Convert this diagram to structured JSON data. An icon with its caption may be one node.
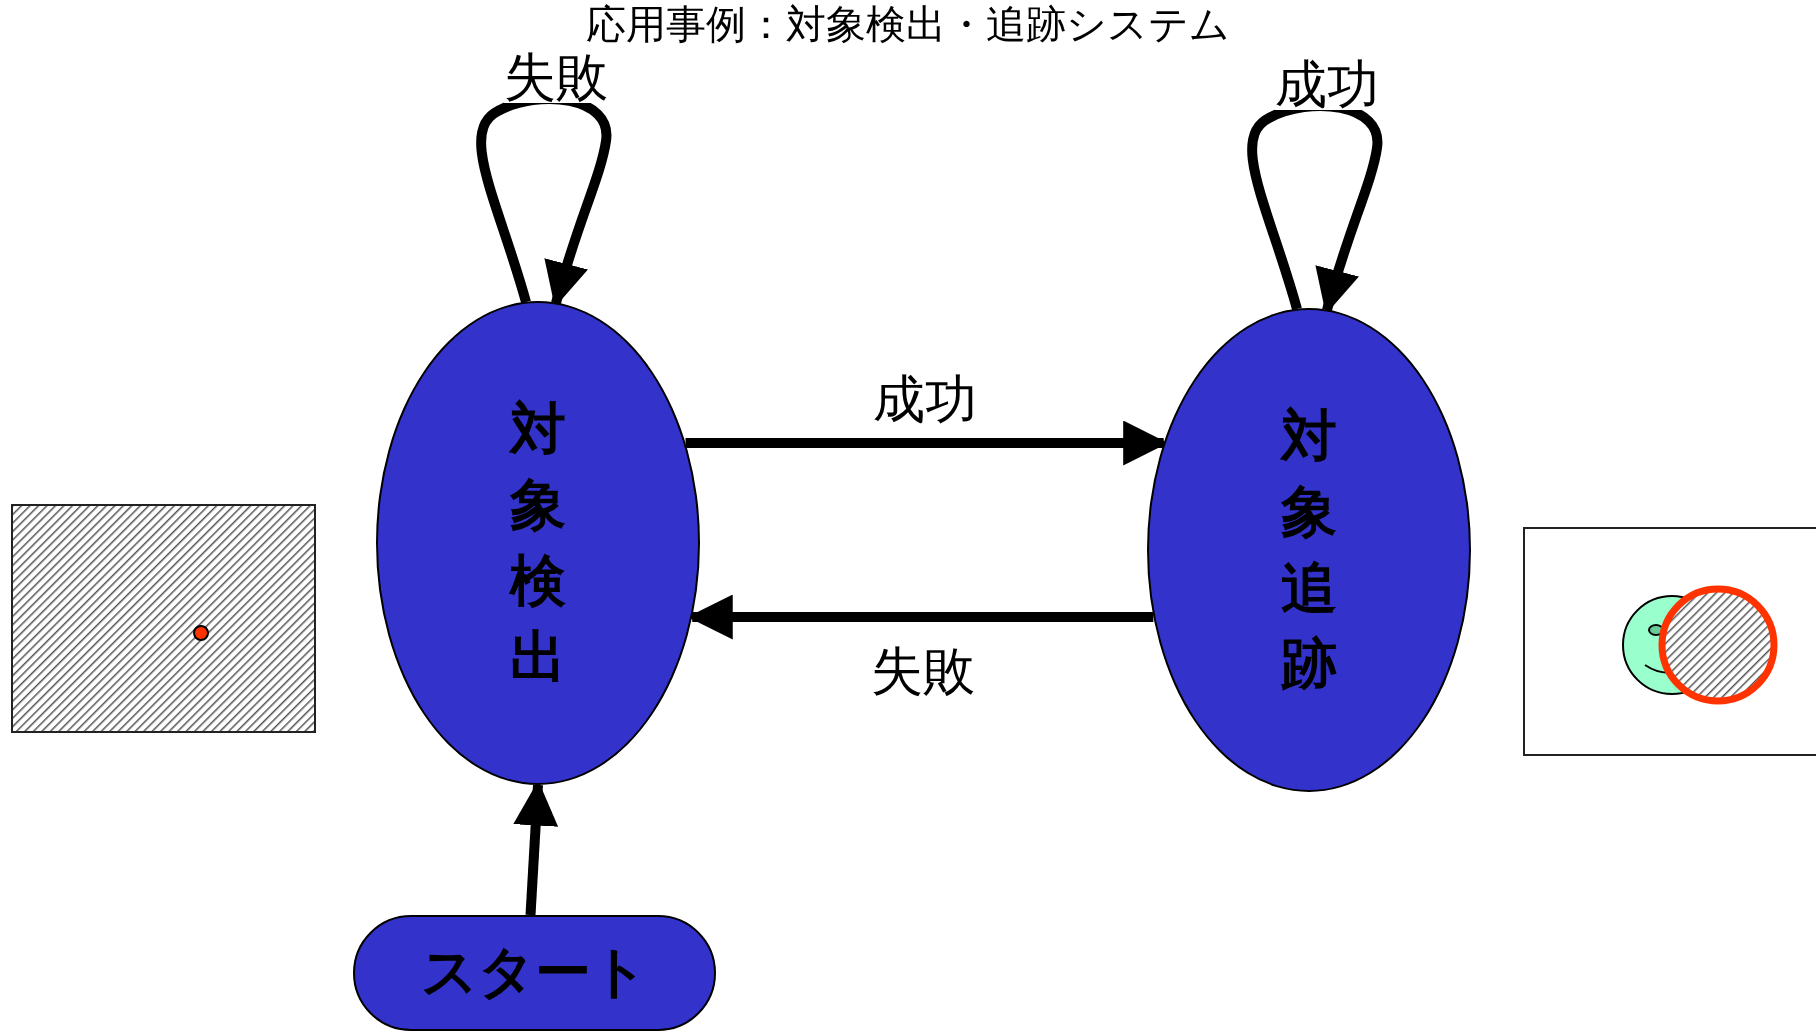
{
  "diagram": {
    "title": "応用事例：対象検出・追跡システム",
    "nodes": [
      {
        "text": [
          "対象検出"
        ]
      },
      {
        "text": [
          "対象追跡"
        ]
      },
      {
        "text": [
          "スタート"
        ]
      }
    ],
    "edges": [
      {
        "from": 0,
        "to": 0,
        "arrow": "to",
        "label": "失敗"
      },
      {
        "from": 1,
        "to": 1,
        "arrow": "to",
        "label": "成功"
      },
      {
        "from": 0,
        "to": 1,
        "arrow": "to",
        "label": "成功"
      },
      {
        "from": 1,
        "to": 0,
        "arrow": "to",
        "label": "失敗"
      },
      {
        "from": 2,
        "to": 0,
        "arrow": "to"
      }
    ]
  }
}
